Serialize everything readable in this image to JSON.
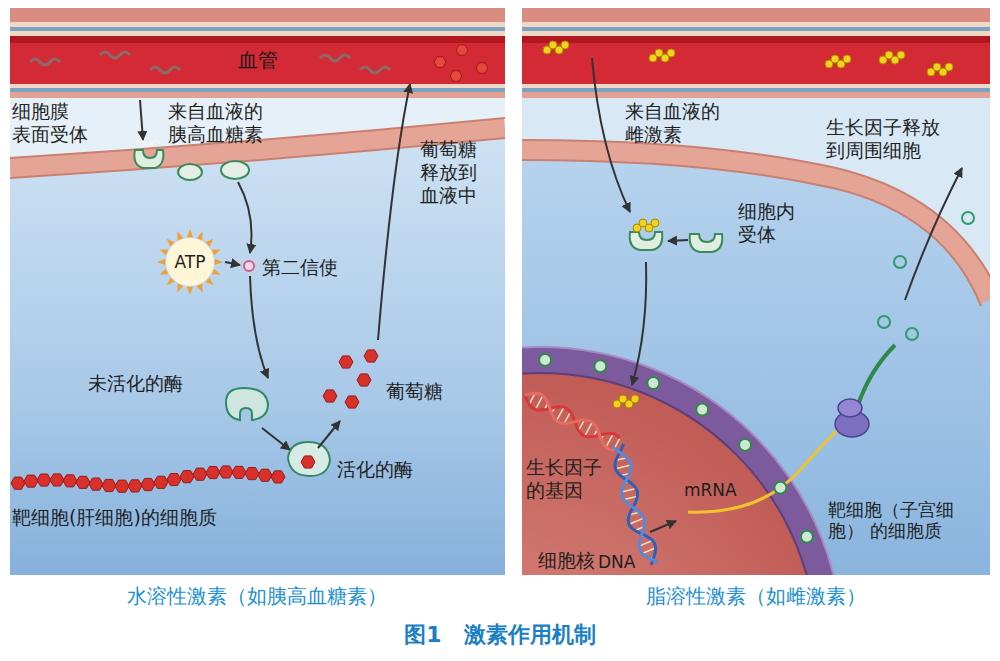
{
  "diagram": {
    "caption": "图1　激素作用机制",
    "nodes": [
      {
        "text": [
          "血管"
        ]
      },
      {
        "text": [
          "靶细胞(肝细胞)的细胞质"
        ]
      },
      {
        "text": [
          "靶细胞（子宫细胞） 的细胞质"
        ]
      },
      {
        "text": [
          "细胞核"
        ],
        "in": 2
      }
    ],
    "edges": [
      {
        "from": 1,
        "to": 0,
        "arrow": "to"
      }
    ],
    "labels": [
      "细胞膜 表面受体",
      "来自血液的 胰高血糖素",
      "葡萄糖 释放到 血液中",
      "ATP",
      "第二信使",
      "未活化的酶",
      "葡萄糖",
      "活化的酶",
      "来自血液的 雌激素",
      "生长因子释放 到周围细胞",
      "细胞内 受体",
      "生长因子 的基因",
      "mRNA",
      "DNA",
      "水溶性激素（如胰高血糖素）",
      "脂溶性激素（如雌激素）"
    ]
  }
}
